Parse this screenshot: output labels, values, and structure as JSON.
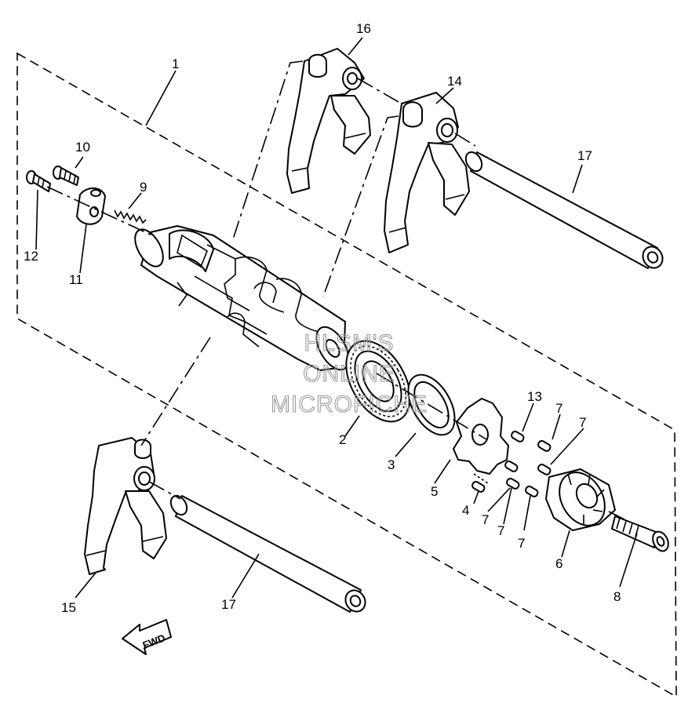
{
  "callouts": {
    "c1": "1",
    "c2": "2",
    "c3": "3",
    "c4": "4",
    "c5": "5",
    "c6": "6",
    "c7a": "7",
    "c7b": "7",
    "c7c": "7",
    "c7d": "7",
    "c7e": "7",
    "c8": "8",
    "c9": "9",
    "c10": "10",
    "c11": "11",
    "c12": "12",
    "c13": "13",
    "c14": "14",
    "c15": "15",
    "c16": "16",
    "c17a": "17",
    "c17b": "17"
  },
  "watermark": {
    "line1": "HLSM'S",
    "line2": "ONLINE",
    "line3": "MICROFICHE"
  },
  "direction_arrow": {
    "label": "FWD"
  }
}
